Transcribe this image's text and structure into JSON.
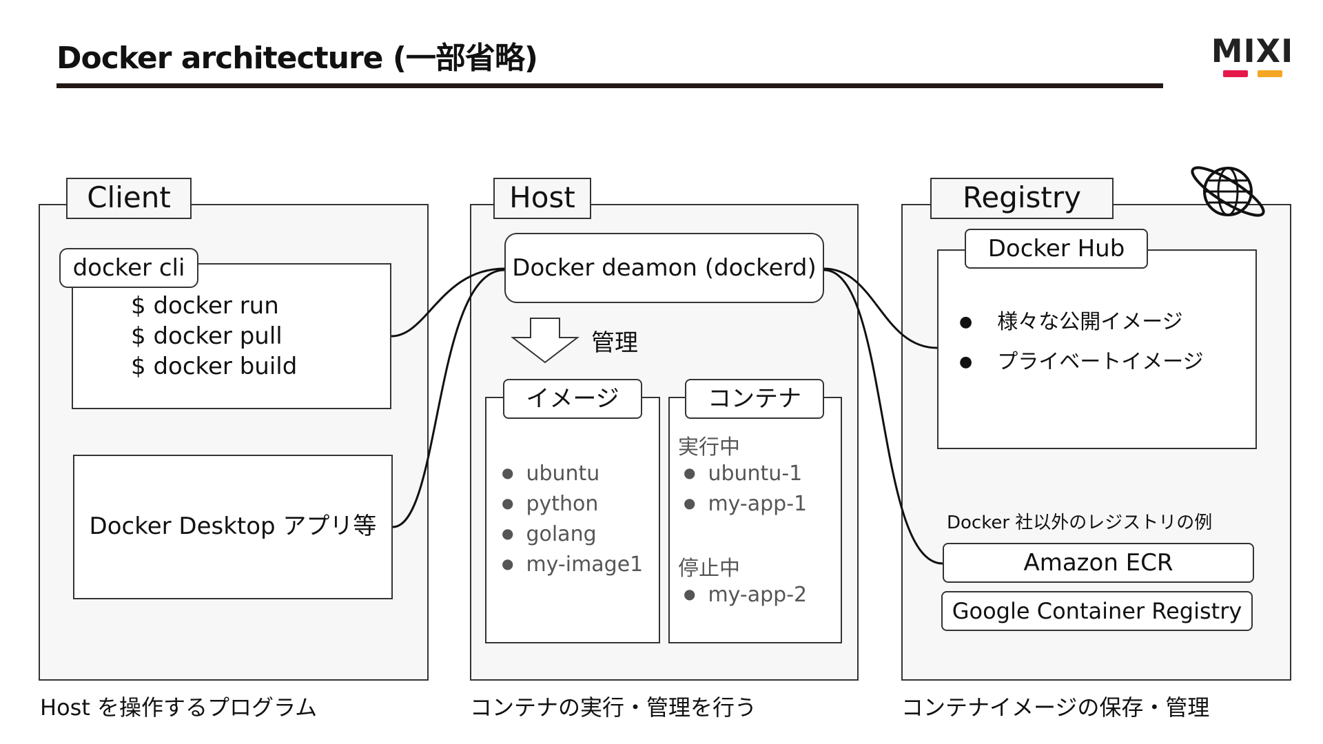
{
  "title": "Docker architecture (一部省略)",
  "logo": {
    "text": "MIXI",
    "accent_colors": [
      "#e6194b",
      "#f5a623"
    ]
  },
  "client": {
    "tab": "Client",
    "cli_label": "docker cli",
    "commands": [
      "$ docker run",
      "$ docker pull",
      "$ docker build"
    ],
    "desktop_label": "Docker Desktop アプリ等",
    "caption": "Host を操作するプログラム"
  },
  "host": {
    "tab": "Host",
    "daemon_label": "Docker deamon (dockerd)",
    "manage_label": "管理",
    "images": {
      "tab": "イメージ",
      "items": [
        "ubuntu",
        "python",
        "golang",
        "my-image1"
      ]
    },
    "containers": {
      "tab": "コンテナ",
      "running_label": "実行中",
      "running": [
        "ubuntu-1",
        "my-app-1"
      ],
      "stopped_label": "停止中",
      "stopped": [
        "my-app-2"
      ]
    },
    "caption": "コンテナの実行・管理を行う"
  },
  "registry": {
    "tab": "Registry",
    "hub_label": "Docker Hub",
    "hub_items": [
      "様々な公開イメージ",
      "プライベートイメージ"
    ],
    "others_label": "Docker 社以外のレジストリの例",
    "others": [
      "Amazon ECR",
      "Google Container Registry"
    ],
    "caption": "コンテナイメージの保存・管理",
    "icon": "globe-icon"
  }
}
